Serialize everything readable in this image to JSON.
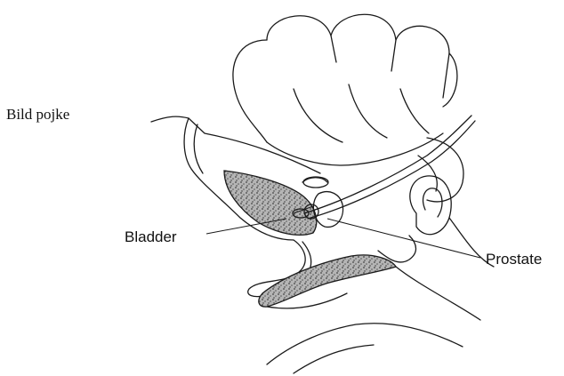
{
  "caption": "Bild pojke",
  "labels": {
    "bladder": "Bladder",
    "prostate": "Prostate"
  },
  "colors": {
    "ink": "#1a1a1a",
    "background": "#ffffff",
    "organ_fill": "#9a9a9a"
  },
  "icons": [
    "hand-drawing",
    "catheter-drawing"
  ]
}
